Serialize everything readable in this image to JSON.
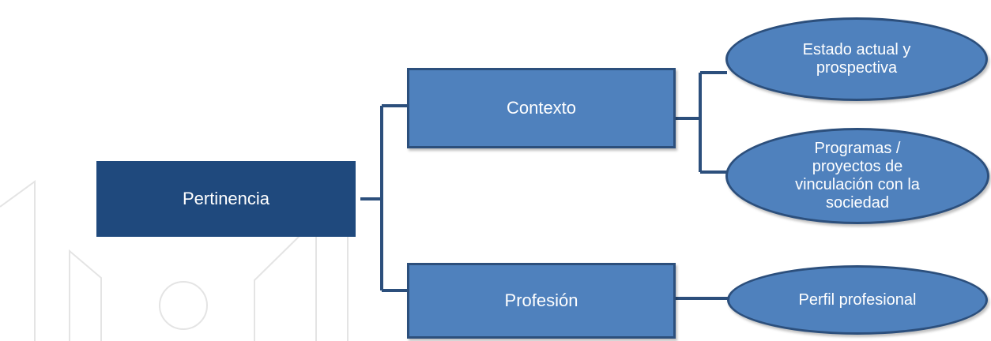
{
  "colors": {
    "root_fill": "#1f497d",
    "node_fill": "#4f81bd",
    "node_border": "#2c4f7c",
    "connector": "#2c4f7c",
    "text": "#ffffff",
    "background_decoration": "#e4e4e4"
  },
  "diagram": {
    "root": {
      "label": "Pertinencia"
    },
    "branches": [
      {
        "label": "Contexto",
        "children": [
          {
            "label": "Estado actual y\nprospectiva"
          },
          {
            "label": "Programas /\nproyectos de\nvinculación con la\nsociedad"
          }
        ]
      },
      {
        "label": "Profesión",
        "children": [
          {
            "label": "Perfil profesional"
          }
        ]
      }
    ]
  }
}
